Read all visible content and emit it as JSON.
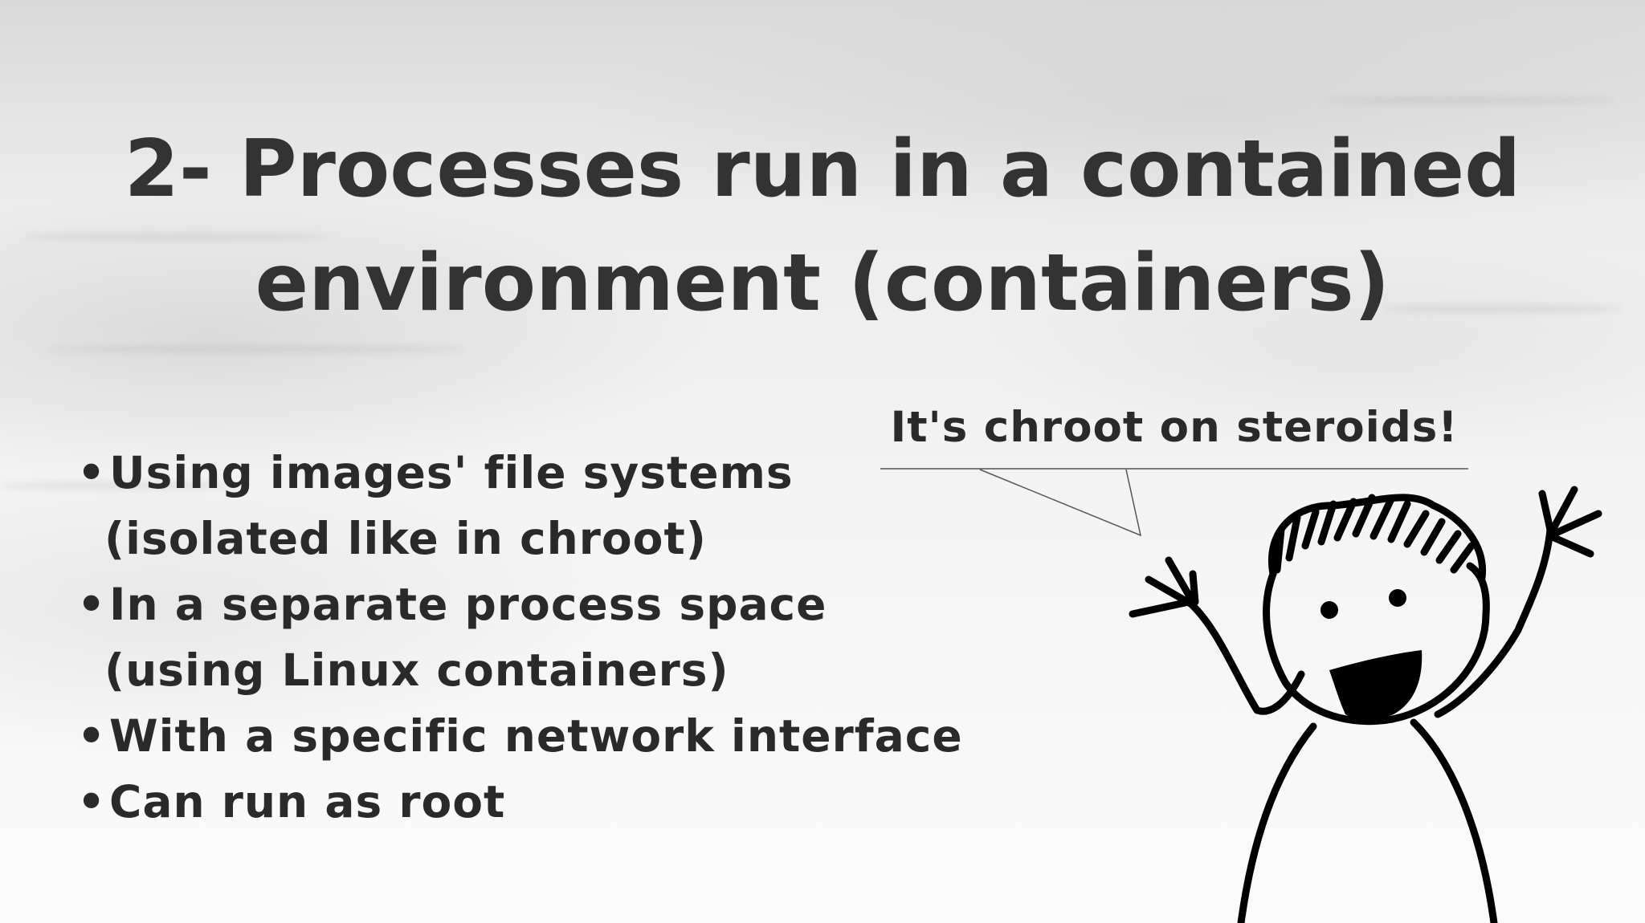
{
  "title": {
    "line1": "2- Processes run in a contained",
    "line2": "environment (containers)"
  },
  "bullets": [
    {
      "line1": "Using images' file systems",
      "line2": "(isolated like in chroot)"
    },
    {
      "line1": "In a separate process space",
      "line2": "(using Linux containers)"
    },
    {
      "line1": "With a specific network interface"
    },
    {
      "line1": "Can run as root"
    }
  ],
  "speech_bubble": {
    "text": "It's chroot on steroids!"
  },
  "colors": {
    "text": "#333333",
    "background": "#f2f2f2"
  }
}
